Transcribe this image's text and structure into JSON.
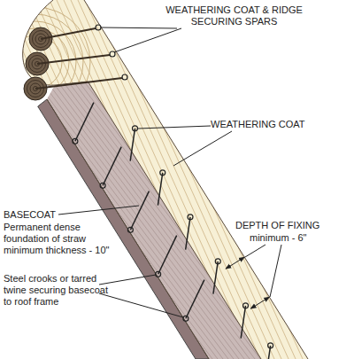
{
  "diagram": {
    "labels": [
      "WEATHERING COAT & RIDGE SECURING SPARS",
      "WEATHERING COAT",
      "DEPTH OF FIXING",
      "minimum - 6\"",
      "BASECOAT",
      "Permanent dense foundation of straw minimum thickness - 10\"",
      "Steel crooks or tarred twine securing basecoat to roof frame"
    ]
  }
}
